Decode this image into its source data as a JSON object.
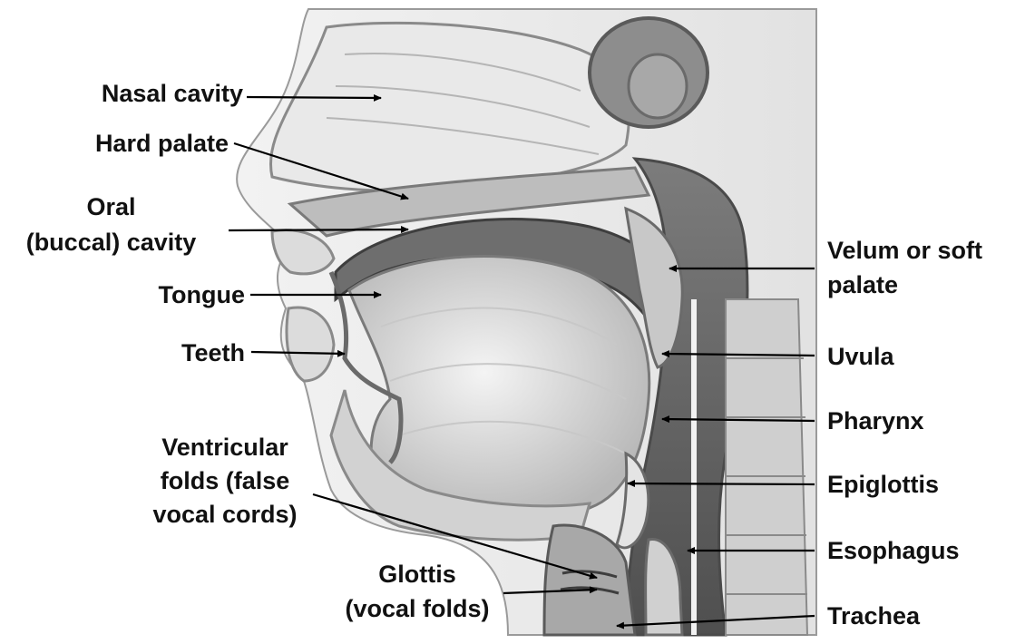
{
  "diagram": {
    "labels": {
      "nasal_cavity": "Nasal cavity",
      "hard_palate": "Hard palate",
      "oral_cavity_line1": "Oral",
      "oral_cavity_line2": "(buccal) cavity",
      "tongue": "Tongue",
      "teeth": "Teeth",
      "ventricular_line1": "Ventricular",
      "ventricular_line2": "folds (false",
      "ventricular_line3": "vocal cords)",
      "glottis_line1": "Glottis",
      "glottis_line2": "(vocal folds)",
      "velum_line1": "Velum or soft",
      "velum_line2": "palate",
      "uvula": "Uvula",
      "pharynx": "Pharynx",
      "epiglottis": "Epiglottis",
      "esophagus": "Esophagus",
      "trachea": "Trachea"
    },
    "colors": {
      "label_text": "#111111",
      "leader_line": "#000000",
      "tissue_dark": "#5a5a5a",
      "tissue_mid": "#9a9a9a",
      "tissue_light": "#d8d8d8"
    }
  }
}
